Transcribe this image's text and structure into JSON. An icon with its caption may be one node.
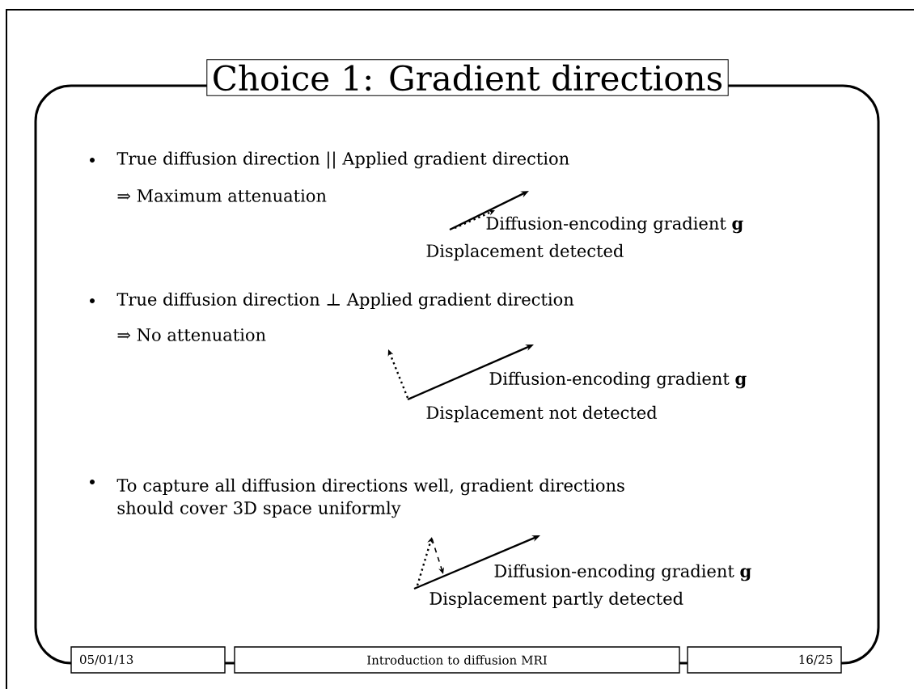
{
  "diagram": {
    "title": "Choice 1: Gradient directions",
    "nodes": [
      {
        "text": [
          "05/01/13"
        ]
      },
      {
        "text": [
          "Introduction to diffusion MRI"
        ]
      },
      {
        "text": [
          "16/25"
        ]
      }
    ],
    "labels": [
      "True diffusion direction || Applied gradient direction",
      "⇒ Maximum attenuation",
      "Diffusion-encoding gradient **g**",
      "Displacement detected",
      "True diffusion direction ⊥ Applied gradient direction",
      "⇒ No attenuation",
      "Diffusion-encoding gradient **g**",
      "Displacement not detected",
      "To capture all diffusion directions well, gradient directions should cover 3D space uniformly",
      "Diffusion-encoding gradient **g**",
      "Displacement partly detected"
    ]
  }
}
